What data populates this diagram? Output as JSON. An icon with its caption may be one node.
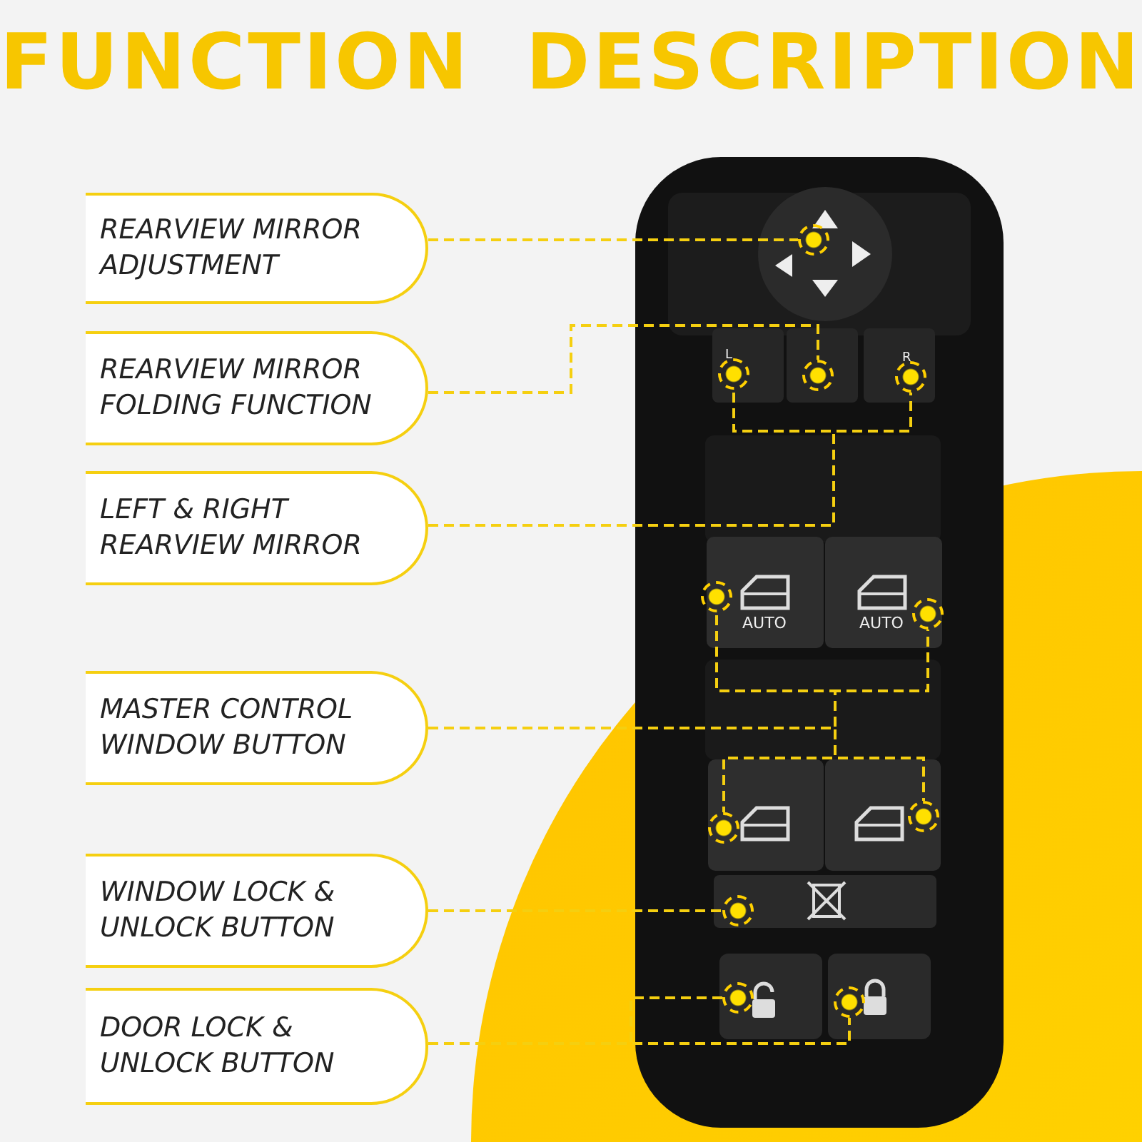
{
  "diagram": {
    "title": "FUNCTION DESCRIPTION",
    "nodes": [
      {
        "text": [
          "REARVIEW MIRROR ADJUSTMENT"
        ]
      },
      {
        "text": [
          "REARVIEW MIRROR FOLDING FUNCTION"
        ]
      },
      {
        "text": [
          "LEFT & RIGHT REARVIEW MIRROR"
        ]
      },
      {
        "text": [
          "MASTER CONTROL WINDOW BUTTON"
        ]
      },
      {
        "text": [
          "WINDOW LOCK & UNLOCK BUTTON"
        ]
      },
      {
        "text": [
          "DOOR LOCK & UNLOCK BUTTON"
        ]
      },
      {
        "text": [],
        "shape": "circle"
      },
      {
        "text": [],
        "shape": "circle"
      },
      {
        "text": [],
        "shape": "circle"
      },
      {
        "text": [],
        "shape": "circle"
      },
      {
        "text": [],
        "shape": "circle"
      },
      {
        "text": [],
        "shape": "circle"
      },
      {
        "text": [],
        "shape": "circle"
      },
      {
        "text": [],
        "shape": "circle"
      },
      {
        "text": [],
        "shape": "circle"
      },
      {
        "text": [],
        "shape": "circle"
      },
      {
        "text": [],
        "shape": "circle"
      }
    ],
    "edges": [
      {
        "from": 0,
        "to": 6,
        "arrow": "none",
        "style": "dashed"
      },
      {
        "from": 1,
        "to": 8,
        "arrow": "none",
        "style": "dashed"
      },
      {
        "from": 2,
        "to": 7,
        "arrow": "none",
        "style": "dashed"
      },
      {
        "from": 2,
        "to": 9,
        "arrow": "none",
        "style": "dashed"
      },
      {
        "from": 3,
        "to": 10,
        "arrow": "none",
        "style": "dashed"
      },
      {
        "from": 3,
        "to": 11,
        "arrow": "none",
        "style": "dashed"
      },
      {
        "from": 3,
        "to": 12,
        "arrow": "none",
        "style": "dashed"
      },
      {
        "from": 3,
        "to": 13,
        "arrow": "none",
        "style": "dashed"
      },
      {
        "from": 4,
        "to": 14,
        "arrow": "none",
        "style": "dashed"
      },
      {
        "from": 5,
        "to": 15,
        "arrow": "none",
        "style": "dashed"
      },
      {
        "from": 5,
        "to": 16,
        "arrow": "none",
        "style": "dashed"
      }
    ],
    "labels": [
      "L",
      "R",
      "AUTO",
      "AUTO"
    ]
  }
}
